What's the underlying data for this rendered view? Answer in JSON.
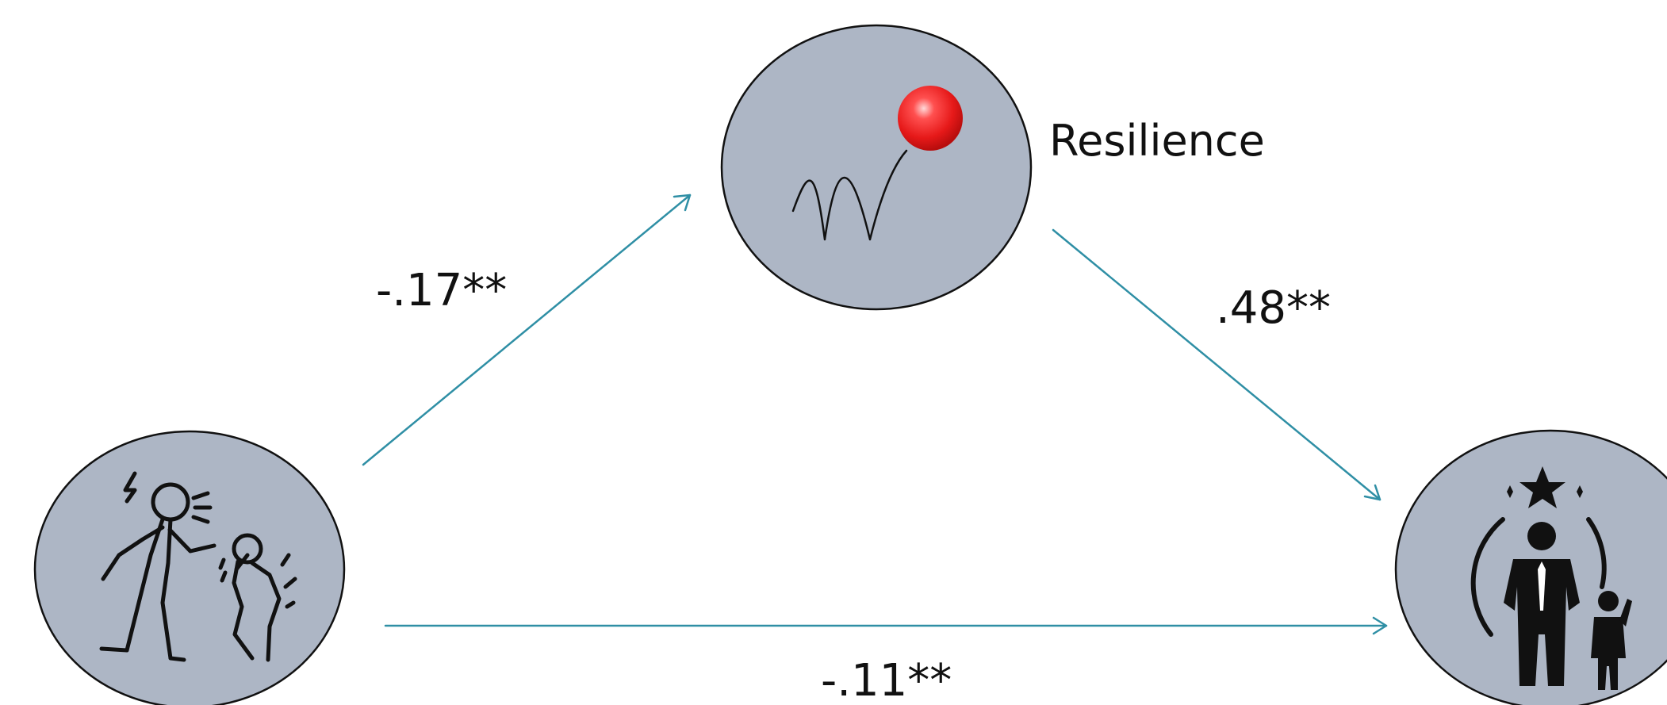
{
  "diagram": {
    "mediator": {
      "label": "Resilience",
      "icon": "bouncing-ball-icon"
    },
    "predictor": {
      "icon": "aggression-bullying-icon"
    },
    "outcome": {
      "icon": "hero-parent-child-icon"
    },
    "paths": {
      "a": {
        "coefficient": "-.17**"
      },
      "b": {
        "coefficient": ".48**"
      },
      "c": {
        "coefficient": "-.11**"
      }
    }
  },
  "colors": {
    "node_fill": "#adb6c5",
    "node_stroke": "#111111",
    "arrow": "#2f8fa5",
    "ball": "#e61919",
    "icon": "#111111"
  }
}
